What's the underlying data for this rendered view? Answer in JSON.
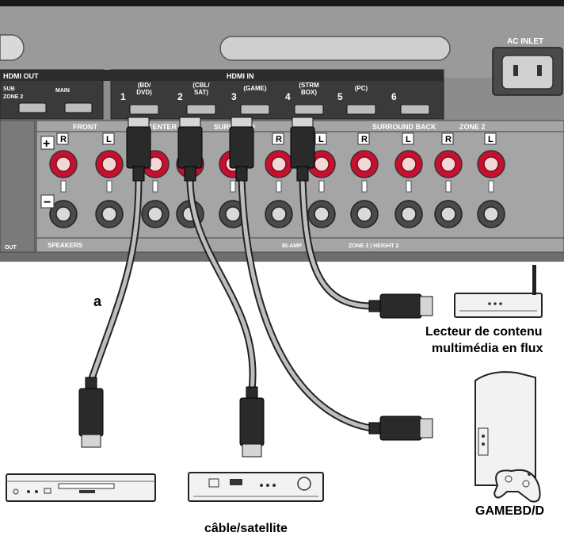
{
  "panel": {
    "hdmi_out_label": "HDMI OUT",
    "hdmi_in_label": "HDMI IN",
    "ac_inlet_label": "AC INLET",
    "main_label": "MAIN",
    "sub_label": "SUB",
    "zone_label": "ZONE 2",
    "hdmi_inputs": [
      {
        "number": "1",
        "name": "(BD/\nDVD)"
      },
      {
        "number": "2",
        "name": "(CBL/\nSAT)"
      },
      {
        "number": "3",
        "name": "(GAME)"
      },
      {
        "number": "4",
        "name": "(STRM\nBOX)"
      },
      {
        "number": "5",
        "name": "(PC)"
      },
      {
        "number": "6",
        "name": ""
      }
    ],
    "speaker_groups": [
      "FRONT",
      "CENTER",
      "SURROUND",
      "",
      "SURROUND BACK",
      "ZONE 2"
    ],
    "channel_letters": [
      "R",
      "L",
      "",
      "",
      "R",
      "L",
      "R",
      "L",
      "R",
      "L"
    ],
    "bi_amp_label": "BI-AMP",
    "zone3_height2_label": "ZONE 3 | HEIGHT 2",
    "speakers_label": "SPEAKERS",
    "plus_sign": "+",
    "minus_sign": "−",
    "out_label": "OUT"
  },
  "labels": {
    "cable_a": "a",
    "streaming_line1": "Lecteur de contenu",
    "streaming_line2": "multimédia en flux",
    "game_console": "GAMEBD/D",
    "cable_satellite": "câble/satellite"
  }
}
